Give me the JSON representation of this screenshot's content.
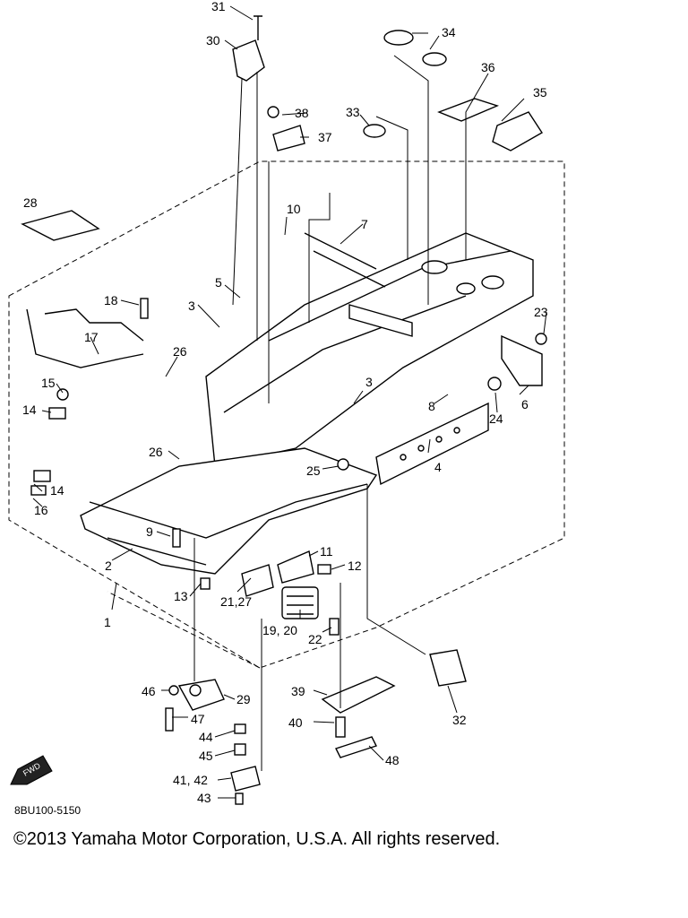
{
  "diagram": {
    "diagram_code": "8BU100-5150",
    "copyright": "©2013 Yamaha Motor Corporation, U.S.A. All rights reserved.",
    "fwd_label": "FWD",
    "callouts": {
      "c1": "1",
      "c2": "2",
      "c3a": "3",
      "c3b": "3",
      "c4": "4",
      "c5": "5",
      "c6": "6",
      "c7": "7",
      "c8": "8",
      "c9": "9",
      "c10": "10",
      "c11": "11",
      "c12": "12",
      "c13": "13",
      "c14a": "14",
      "c14b": "14",
      "c15": "15",
      "c16": "16",
      "c17": "17",
      "c18": "18",
      "c1920": "19, 20",
      "c2127": "21,27",
      "c22": "22",
      "c23": "23",
      "c24": "24",
      "c25": "25",
      "c26a": "26",
      "c26b": "26",
      "c28": "28",
      "c29": "29",
      "c30": "30",
      "c31": "31",
      "c32": "32",
      "c33": "33",
      "c34": "34",
      "c35": "35",
      "c36": "36",
      "c37": "37",
      "c38": "38",
      "c39": "39",
      "c40": "40",
      "c4142": "41, 42",
      "c43": "43",
      "c44": "44",
      "c45": "45",
      "c46": "46",
      "c47": "47",
      "c48": "48"
    }
  }
}
